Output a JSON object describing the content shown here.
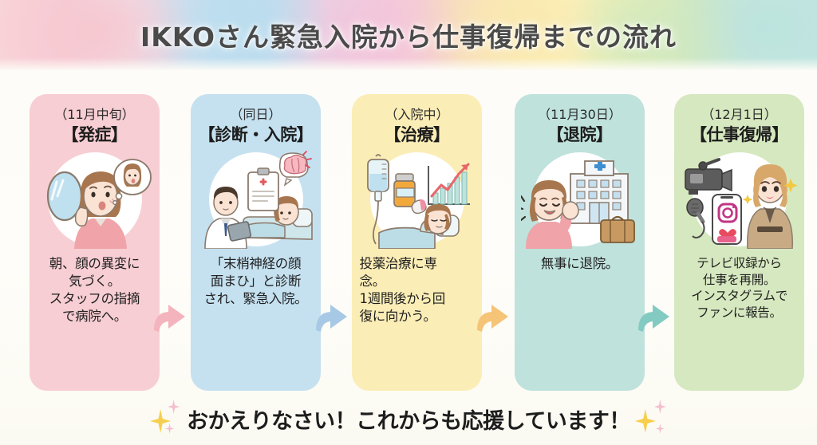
{
  "header": {
    "title": "IKKOさん緊急入院から仕事復帰までの流れ",
    "gradient_colors": [
      "#f8d3d8",
      "#c3dff0",
      "#f3c9dd",
      "#fbedb4",
      "#cfe8c4",
      "#c3e6e2"
    ]
  },
  "steps": [
    {
      "date": "（11月中旬）",
      "stage": "【発症】",
      "description": "朝、顔の異変に\n気づく。\nスタッフの指摘\nで病院へ。",
      "bg_color": "#f7ced3",
      "illustration": "woman-mirror-worried-icon"
    },
    {
      "date": "（同日）",
      "stage": "【診断・入院】",
      "description": "「末梢神経の顔\n面まひ」と診断\nされ、緊急入院。",
      "bg_color": "#c5e1f0",
      "illustration": "doctor-diagnosis-brain-icon"
    },
    {
      "date": "（入院中）",
      "stage": "【治療】",
      "description": "投薬治療に専\n念。\n1週間後から回\n復に向かう。",
      "bg_color": "#fbedb6",
      "illustration": "iv-drip-medicine-patient-icon"
    },
    {
      "date": "（11月30日）",
      "stage": "【退院】",
      "description": "無事に退院。",
      "bg_color": "#bfe2dc",
      "illustration": "hospital-discharge-suitcase-icon"
    },
    {
      "date": "（12月1日）",
      "stage": "【仕事復帰】",
      "description": "テレビ収録から\n仕事を再開。\nインスタグラムで\nファンに報告。",
      "bg_color": "#d6e8bf",
      "illustration": "tv-camera-instagram-woman-icon"
    }
  ],
  "arrows": [
    {
      "color": "#f3b4bd",
      "name": "arrow-step1-to-step2"
    },
    {
      "color": "#a8c9e6",
      "name": "arrow-step2-to-step3"
    },
    {
      "color": "#f5c477",
      "name": "arrow-step3-to-step4"
    },
    {
      "color": "#83cbc2",
      "name": "arrow-step4-to-step5"
    }
  ],
  "footer": {
    "message": "おかえりなさい！これからも応援しています！",
    "sparkle_color": "#f7cf4e",
    "sparkle_accent_color": "#f3bfce"
  }
}
